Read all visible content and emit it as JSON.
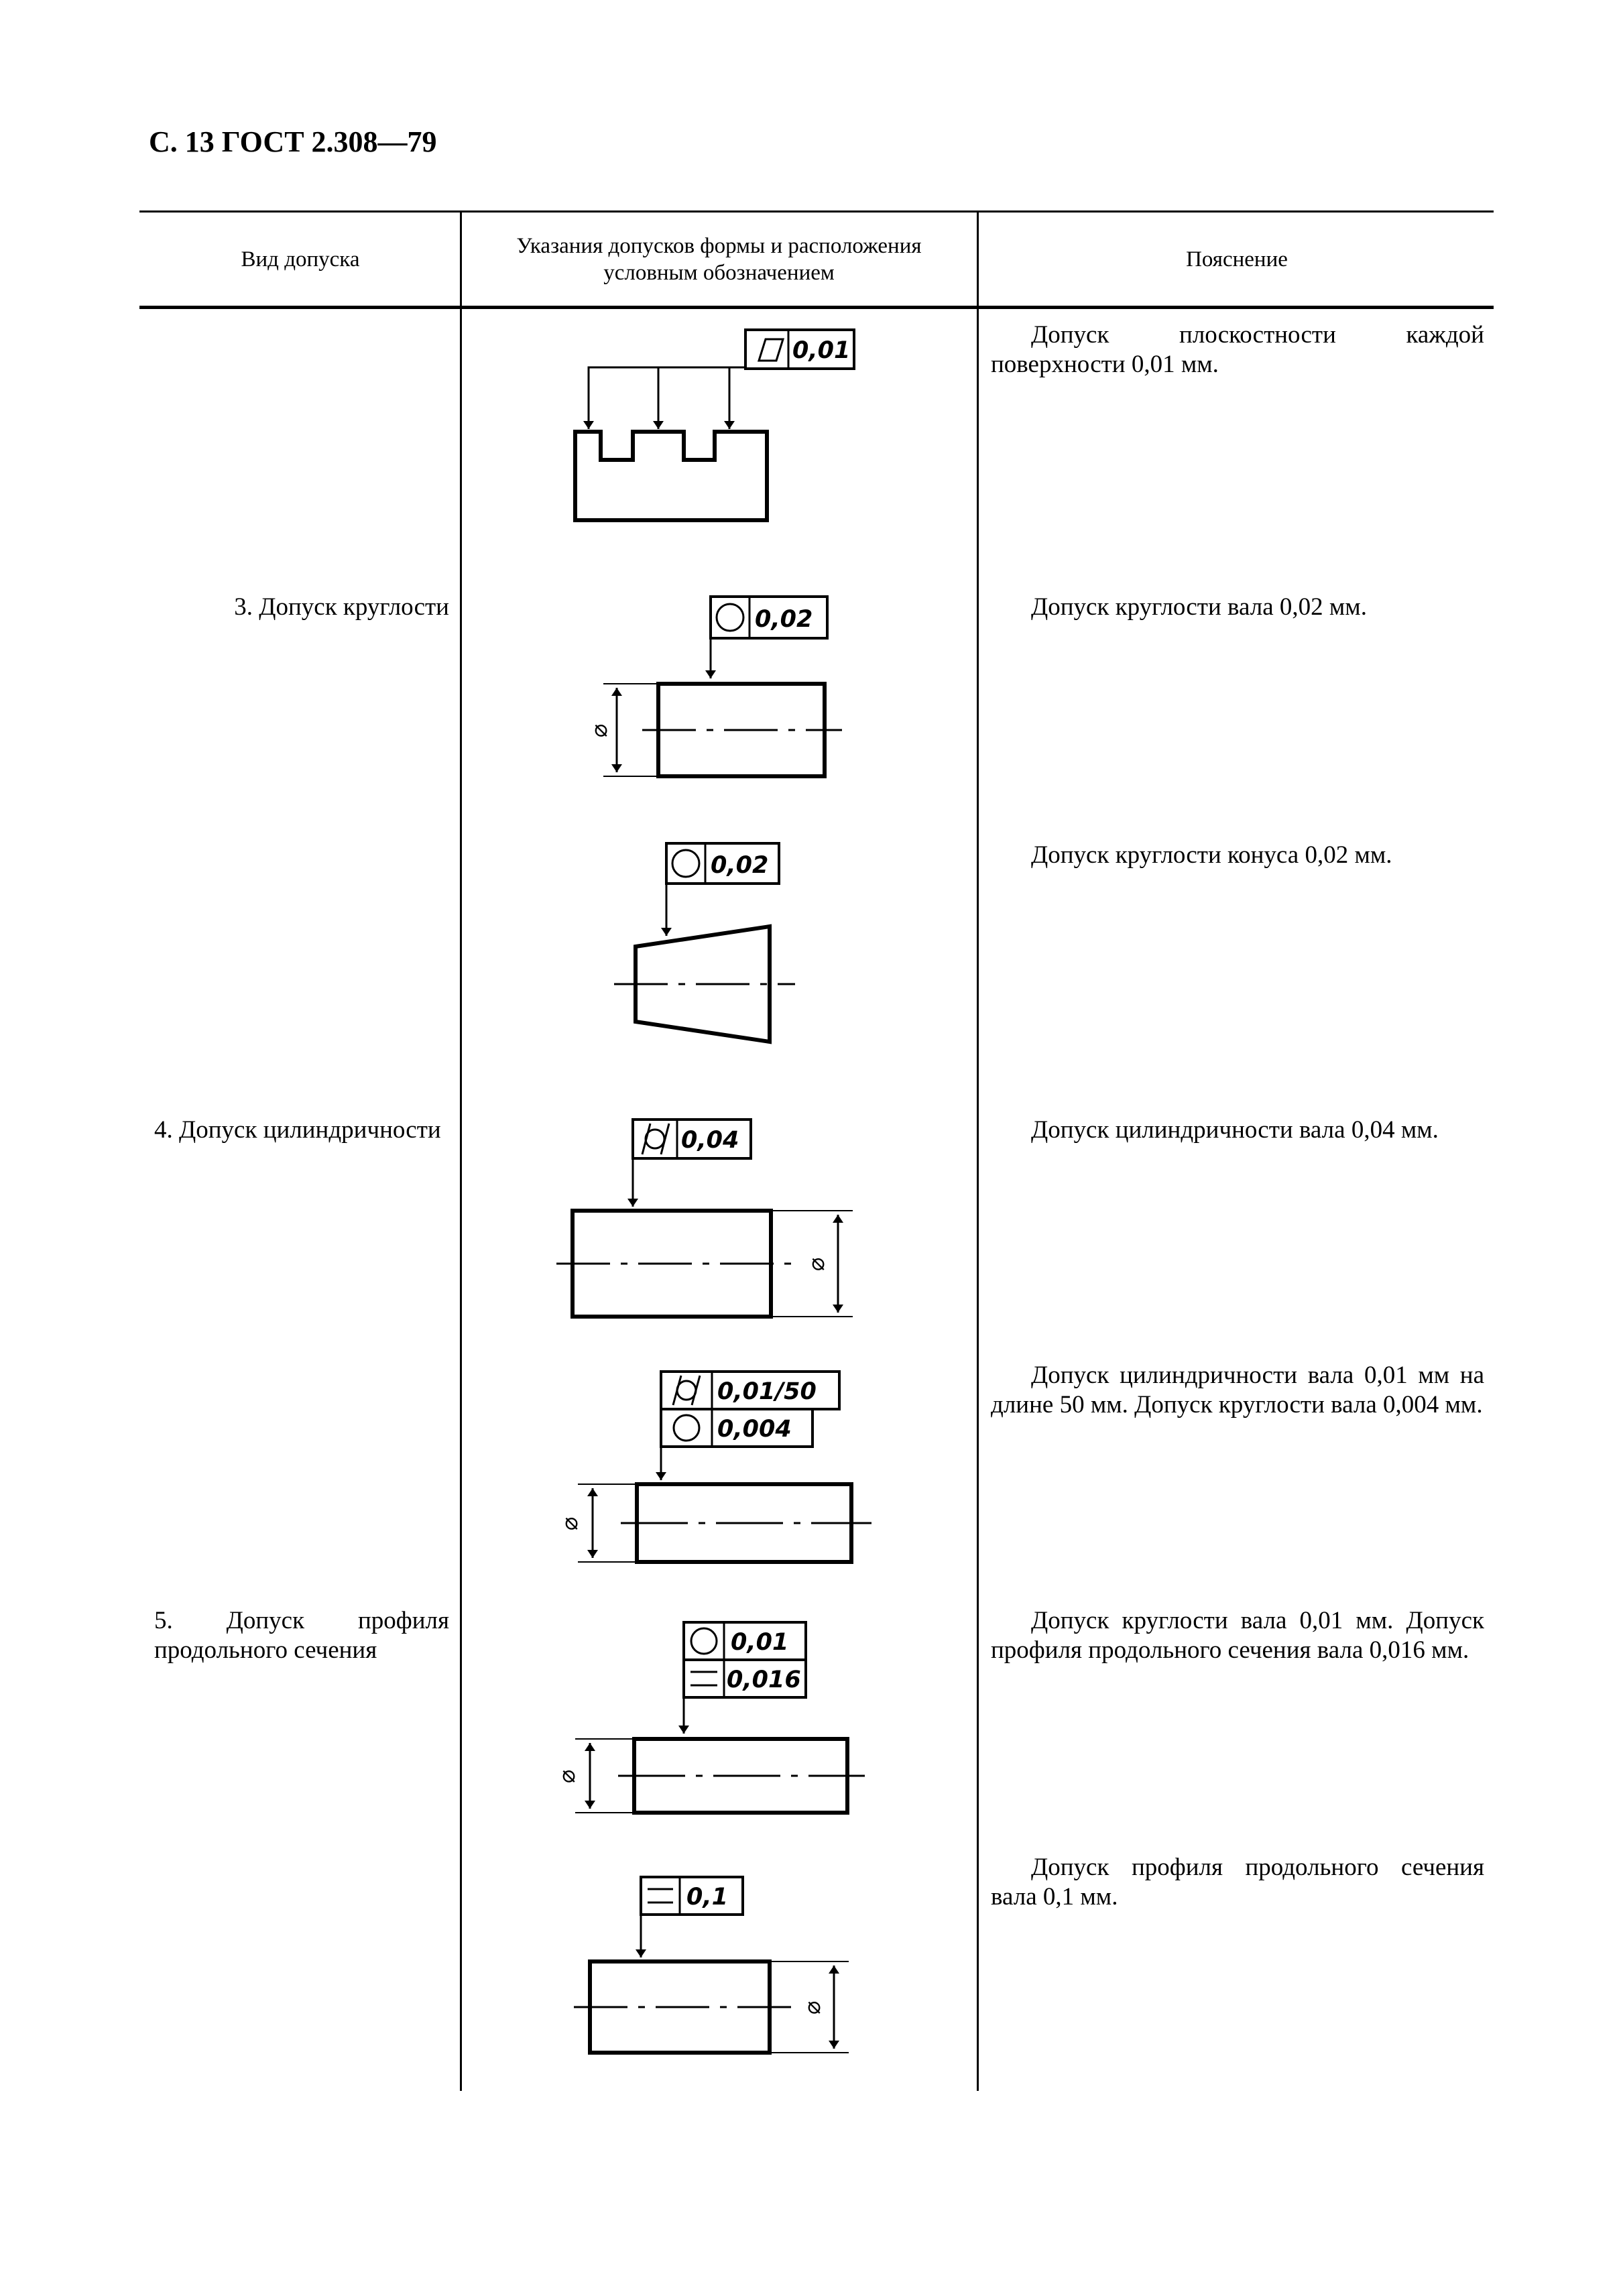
{
  "page_header": "С. 13 ГОСТ 2.308—79",
  "table": {
    "headers": {
      "col1": "Вид допуска",
      "col2": "Указания допусков формы и расположения условным обозначением",
      "col3": "Пояснение"
    },
    "rows": [
      {
        "type": "",
        "explanation": "Допуск плоскостности каждой поверхности 0,01 мм.",
        "frame": [
          "0,01"
        ]
      },
      {
        "type": "3. Допуск круглости",
        "explanation": "Допуск круглости вала 0,02 мм.",
        "frame": [
          "0,02"
        ]
      },
      {
        "type": "",
        "explanation": "Допуск круглости конуса 0,02 мм.",
        "frame": [
          "0,02"
        ]
      },
      {
        "type": "4. Допуск цилиндричности",
        "explanation": "Допуск цилиндричности вала 0,04 мм.",
        "frame": [
          "0,04"
        ]
      },
      {
        "type": "",
        "explanation": "Допуск цилиндричности вала 0,01 мм на длине 50 мм. Допуск круглости вала 0,004 мм.",
        "frame": [
          "0,01/50",
          "0,004"
        ]
      },
      {
        "type": "5. Допуск профиля продольного сечения",
        "explanation": "Допуск круглости вала 0,01 мм. Допуск профиля продольного сечения вала 0,016 мм.",
        "frame": [
          "0,01",
          "0,016"
        ]
      },
      {
        "type": "",
        "explanation": "Допуск профиля продольного сечения вала 0,1 мм.",
        "frame": [
          "0,1"
        ]
      }
    ]
  },
  "symbols": {
    "flatness": "flatness-icon",
    "roundness": "roundness-icon",
    "cylindricity": "cylindricity-icon",
    "profile": "profile-icon"
  },
  "diameter_sign": "⌀"
}
